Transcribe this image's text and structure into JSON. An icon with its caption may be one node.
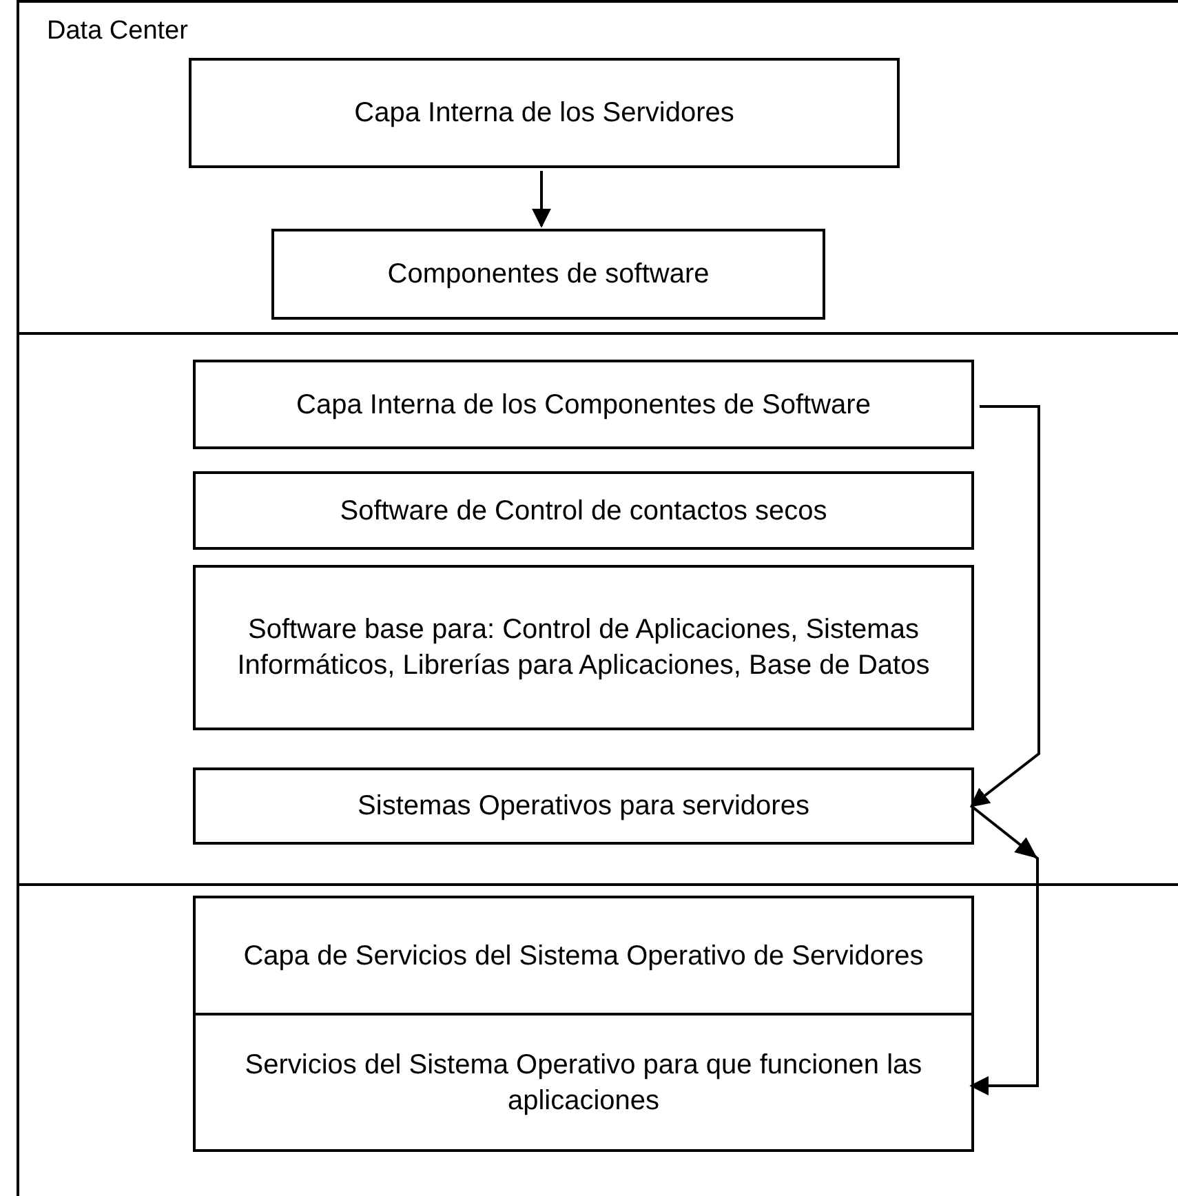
{
  "diagram": {
    "nodes": [
      {
        "text": [
          "Data Center"
        ]
      },
      {
        "text": [
          "Capa Interna de los Servidores"
        ],
        "in": 0
      },
      {
        "text": [
          "Componentes de software"
        ],
        "in": 0
      },
      {
        "text": [],
        "shape": "box"
      },
      {
        "text": [
          "Capa Interna de los Componentes de Software"
        ],
        "in": 3
      },
      {
        "text": [
          "Software de Control de contactos secos"
        ],
        "in": 3
      },
      {
        "text": [
          "Software base para: Control de Aplicaciones, Sistemas Informáticos, Librerías para Aplicaciones, Base de Datos"
        ],
        "in": 3
      },
      {
        "text": [
          "Sistemas Operativos para servidores"
        ],
        "in": 3
      },
      {
        "text": [],
        "shape": "box"
      },
      {
        "text": [
          "Capa de Servicios del Sistema Operativo de Servidores"
        ],
        "in": 8
      },
      {
        "text": [
          "Servicios del Sistema Operativo para que funcionen las aplicaciones"
        ],
        "in": 8
      }
    ],
    "edges": [
      {
        "from": 1,
        "to": 2,
        "arrow": "to"
      },
      {
        "from": 4,
        "to": 7,
        "arrow": "to"
      },
      {
        "from": 7,
        "to": 10,
        "arrow": "to"
      }
    ]
  }
}
